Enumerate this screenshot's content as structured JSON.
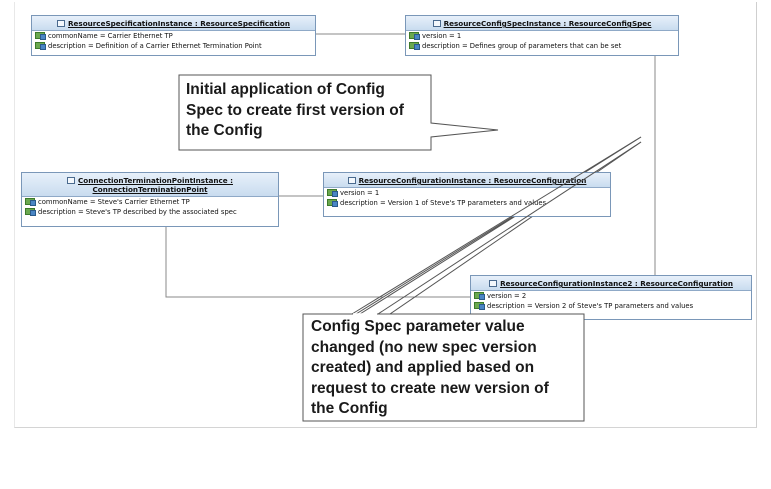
{
  "boxes": {
    "spec": {
      "title": "ResourceSpecificationInstance : ResourceSpecification",
      "attrs": [
        "commonName = Carrier Ethernet TP",
        "description = Definition of a Carrier Ethernet Termination Point"
      ]
    },
    "configspec": {
      "title": "ResourceConfigSpecInstance : ResourceConfigSpec",
      "attrs": [
        "version = 1",
        "description = Defines group of parameters that can be set"
      ]
    },
    "ctp": {
      "title_line1": "ConnectionTerminationPointInstance :",
      "title_line2": "ConnectionTerminationPoint",
      "attrs": [
        "commonName = Steve's Carrier Ethernet TP",
        "description = Steve's TP described by the associated spec"
      ]
    },
    "config1": {
      "title": "ResourceConfigurationInstance : ResourceConfiguration",
      "attrs": [
        "version = 1",
        "description = Version 1 of Steve's TP parameters and values"
      ]
    },
    "config2": {
      "title": "ResourceConfigurationInstance2 : ResourceConfiguration",
      "attrs": [
        "version = 2",
        "description = Version 2 of Steve's TP parameters and values"
      ]
    }
  },
  "callouts": {
    "initial": [
      "Initial application of Config",
      "Spec to create first version of",
      "the Config"
    ],
    "changed": [
      "Config Spec parameter value",
      "changed (no new spec version",
      "created) and applied based on",
      "request to create new version of",
      "the Config"
    ]
  },
  "colors": {
    "box_border": "#7a97b8",
    "header_fill": "#c9dcef",
    "connector": "#8a8a8a",
    "callout_border": "#555555"
  }
}
